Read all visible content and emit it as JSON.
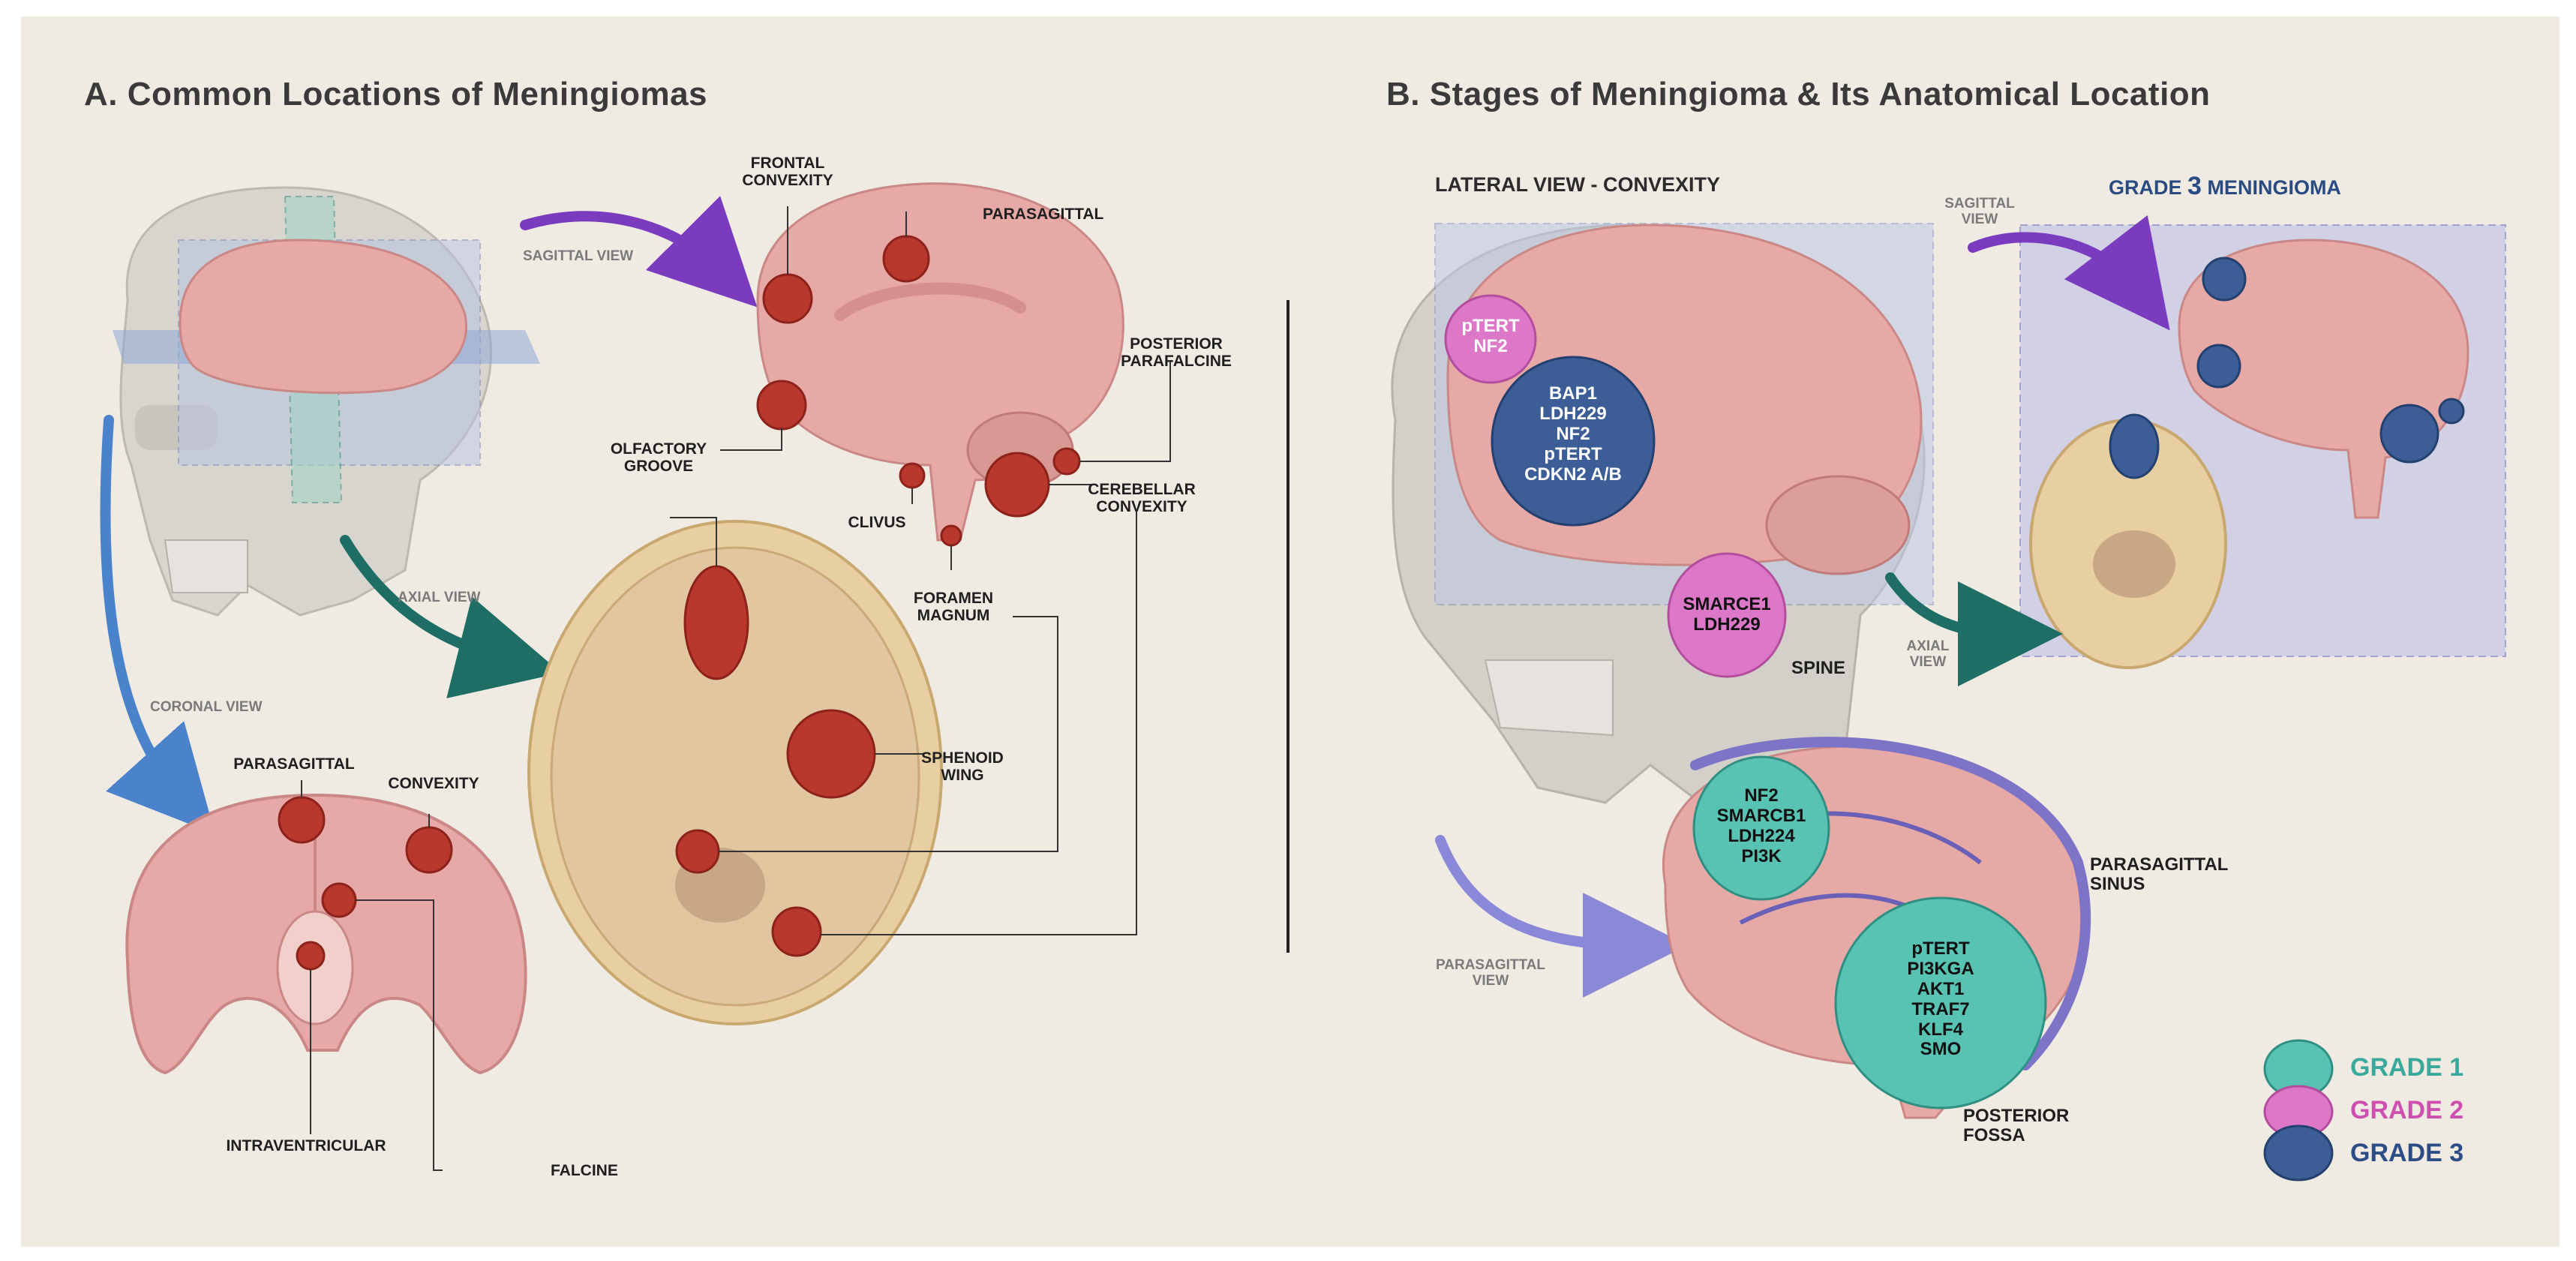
{
  "panel_a": {
    "title": "A. Common Locations of Meningiomas",
    "views": {
      "sagittal": "SAGITTAL VIEW",
      "axial": "AXIAL VIEW",
      "coronal": "CORONAL VIEW"
    },
    "labels": {
      "frontal_convexity": [
        "FRONTAL",
        "CONVEXITY"
      ],
      "parasagittal_top": "PARASAGITTAL",
      "posterior_parafalcine": [
        "POSTERIOR",
        "PARAFALCINE"
      ],
      "olfactory_groove": [
        "OLFACTORY",
        "GROOVE"
      ],
      "clivus": "CLIVUS",
      "cerebellar_convexity": [
        "CEREBELLAR",
        "CONVEXITY"
      ],
      "foramen_magnum": [
        "FORAMEN",
        "MAGNUM"
      ],
      "sphenoid_wing": [
        "SPHENOID",
        "WING"
      ],
      "parasagittal_coronal": "PARASAGITTAL",
      "convexity": "CONVEXITY",
      "intraventricular": "INTRAVENTRICULAR",
      "falcine": "FALCINE"
    }
  },
  "panel_b": {
    "title": "B. Stages of Meningioma & Its Anatomical Location",
    "lateral_heading": "LATERAL VIEW - CONVEXITY",
    "grade3_heading": {
      "pre": "GRADE ",
      "num": "3",
      "post": " MENINGIOMA"
    },
    "views": {
      "sagittal": [
        "SAGITTAL",
        "VIEW"
      ],
      "axial": [
        "AXIAL",
        "VIEW"
      ],
      "parasagittal": [
        "PARASAGITTAL",
        "VIEW"
      ]
    },
    "labels": {
      "spine": "SPINE",
      "parasagittal_sinus": [
        "PARASAGITTAL",
        "SINUS"
      ],
      "posterior_fossa": [
        "POSTERIOR",
        "FOSSA"
      ]
    },
    "clusters": {
      "grade2_convexity": [
        "pTERT",
        "NF2"
      ],
      "grade3_convexity": [
        "BAP1",
        "LDH229",
        "NF2",
        "pTERT",
        "CDKN2 A/B"
      ],
      "grade2_spine": [
        "SMARCE1",
        "LDH229"
      ],
      "grade1_parasagittal": [
        "NF2",
        "SMARCB1",
        "LDH224",
        "PI3K"
      ],
      "grade1_fossa": [
        "pTERT",
        "PI3KGA",
        "AKT1",
        "TRAF7",
        "KLF4",
        "SMO"
      ]
    }
  },
  "legend": [
    {
      "label": "GRADE 1",
      "color": "#3aa99c"
    },
    {
      "label": "GRADE 2",
      "color": "#cf4fb0"
    },
    {
      "label": "GRADE 3",
      "color": "#2c4d86"
    }
  ],
  "colors": {
    "tumor": "#b8382e",
    "brain": "#e7a9a6",
    "skull": "#d8d5cf",
    "grade1": "#58c2b3",
    "grade2": "#dd78c8",
    "grade3": "#3c5d96"
  }
}
